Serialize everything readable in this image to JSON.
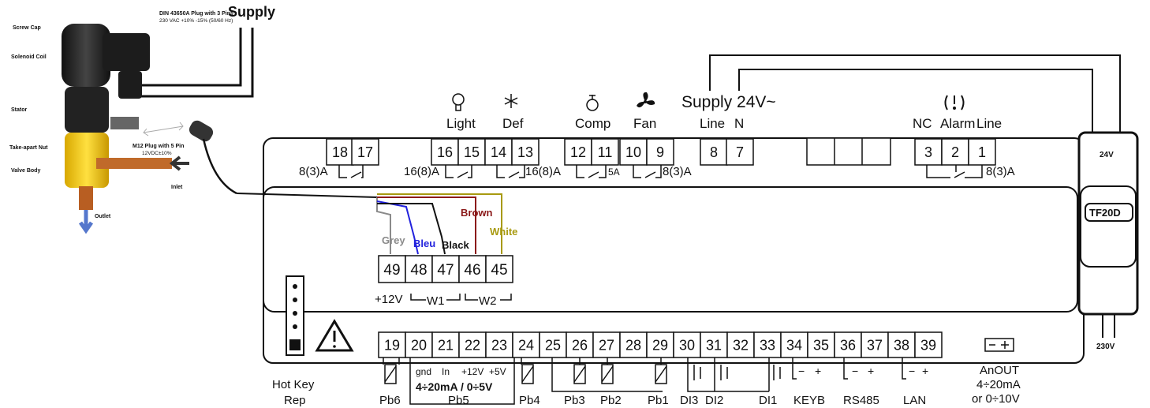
{
  "valve": {
    "supply_label": "Supply",
    "plug_label": "DIN 43650A Plug with 3 Pins",
    "plug_spec": "230 VAC +10% -15% (50/60 Hz)",
    "parts": [
      "Screw Cap",
      "Solenoid Coil",
      "Stator",
      "Take-apart Nut",
      "Valve Body"
    ],
    "m12_label": "M12 Plug with 5 Pin",
    "m12_spec": "12VDC±10%",
    "inlet": "Inlet",
    "outlet": "Outlet"
  },
  "top_terminals": [
    {
      "num": "18"
    },
    {
      "num": "17"
    },
    {
      "num": "16"
    },
    {
      "num": "15"
    },
    {
      "num": "14"
    },
    {
      "num": "13"
    },
    {
      "num": "12"
    },
    {
      "num": "11"
    },
    {
      "num": "10"
    },
    {
      "num": "9"
    },
    {
      "num": "8"
    },
    {
      "num": "7"
    },
    {
      "num": "3"
    },
    {
      "num": "2"
    },
    {
      "num": "1"
    }
  ],
  "top_labels": {
    "light": "Light",
    "def": "Def",
    "comp": "Comp",
    "fan": "Fan",
    "supply": "Supply 24V~",
    "line": "Line",
    "n": "N",
    "nc": "NC",
    "alarm": "Alarm",
    "line2": "Line",
    "r_18_17": "8(3)A",
    "r_16_15": "16(8)A",
    "r_14_13": "16(8)A",
    "r_12_11": "5A",
    "r_10_9": "8(3)A",
    "r_alarm": "8(3)A"
  },
  "wire_colors": {
    "grey": "Grey",
    "bleu": "Bleu",
    "black": "Black",
    "brown": "Brown",
    "white": "White"
  },
  "colors": {
    "grey": "#8a8a8a",
    "bleu": "#2222dd",
    "black": "#111111",
    "brown": "#8b1a1a",
    "white": "#a89a10",
    "valve_body": "#f5d000",
    "coil": "#2a2a2a",
    "pipe": "#c06a2a"
  },
  "mid_terminals": [
    {
      "num": "49"
    },
    {
      "num": "48"
    },
    {
      "num": "47"
    },
    {
      "num": "46"
    },
    {
      "num": "45"
    }
  ],
  "mid_labels": {
    "v12": "+12V",
    "w1": "W1",
    "w2": "W2"
  },
  "bottom_terminals": [
    {
      "num": "19"
    },
    {
      "num": "20"
    },
    {
      "num": "21"
    },
    {
      "num": "22"
    },
    {
      "num": "23"
    },
    {
      "num": "24"
    },
    {
      "num": "25"
    },
    {
      "num": "26"
    },
    {
      "num": "27"
    },
    {
      "num": "28"
    },
    {
      "num": "29"
    },
    {
      "num": "30"
    },
    {
      "num": "31"
    },
    {
      "num": "32"
    },
    {
      "num": "33"
    },
    {
      "num": "34"
    },
    {
      "num": "35"
    },
    {
      "num": "36"
    },
    {
      "num": "37"
    },
    {
      "num": "38"
    },
    {
      "num": "39"
    }
  ],
  "bottom_labels": {
    "gnd": "gnd",
    "in": "In",
    "p12": "+12V",
    "p5": "+5V",
    "range": "4÷20mA / 0÷5V",
    "pb6": "Pb6",
    "pb5": "Pb5",
    "pb4": "Pb4",
    "pb3": "Pb3",
    "pb2": "Pb2",
    "pb1": "Pb1",
    "di3": "DI3",
    "di2": "DI2",
    "di1": "DI1",
    "keyb": "KEYB",
    "rs485": "RS485",
    "lan": "LAN",
    "minus": "−",
    "plus": "+",
    "hotkey": "Hot Key",
    "rep": "Rep",
    "anout": "AnOUT",
    "anout_r1": "4÷20mA",
    "anout_r2": "or 0÷10V"
  },
  "transformer": {
    "in": "24V",
    "name": "TF20D",
    "out": "230V"
  }
}
